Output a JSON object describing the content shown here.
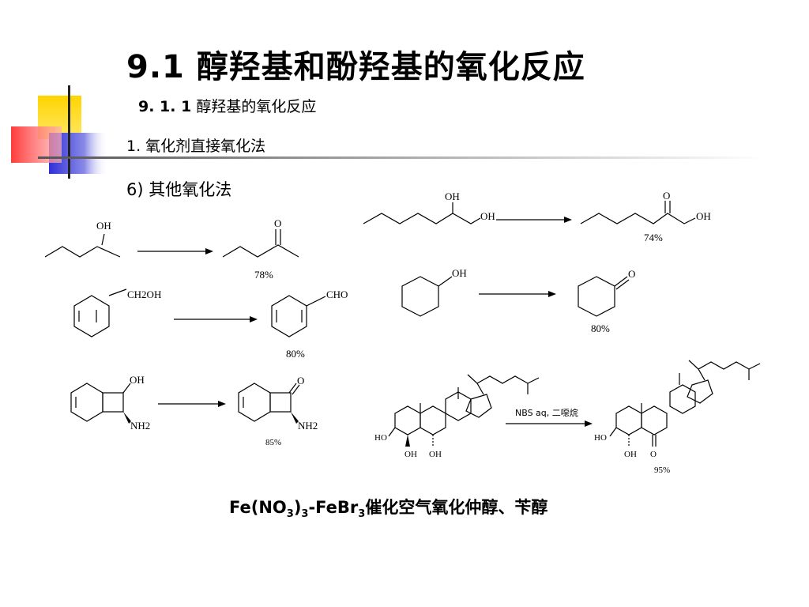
{
  "title": "9.1  醇羟基和酚羟基的氧化反应",
  "subsection": {
    "number": "9. 1. 1",
    "text": "醇羟基的氧化反应"
  },
  "method": "1. 氧化剂直接氧化法",
  "item": "6) 其他氧化法",
  "reactions": {
    "r1": {
      "reactant_label": "OH",
      "product_label": "O",
      "yield": "78%"
    },
    "r2": {
      "reactant_label_1": "OH",
      "reactant_label_2": "OH",
      "product_label_1": "O",
      "product_label_2": "OH",
      "yield": "74%"
    },
    "r3": {
      "reactant_label": "CH2OH",
      "product_label": "CHO",
      "yield": "80%"
    },
    "r4": {
      "reactant_label": "OH",
      "product_label": "O",
      "yield": "80%"
    },
    "r5": {
      "reactant_label_1": "OH",
      "reactant_label_2": "NH2",
      "product_label_1": "O",
      "product_label_2": "NH2",
      "yield": "85%"
    },
    "r6": {
      "reagent": "NBS aq, 二噁烷",
      "ho": "HO",
      "oh_1": "OH",
      "oh_2": "OH",
      "p_ho": "HO",
      "p_oh": "OH",
      "p_o": "O",
      "yield": "95%"
    }
  },
  "caption": {
    "p1": "Fe(NO",
    "s1": "3",
    "p2": ")",
    "s2": "3",
    "p3": "-FeBr",
    "s3": "3",
    "p4": "催化空气氧化仲醇、苄醇"
  }
}
